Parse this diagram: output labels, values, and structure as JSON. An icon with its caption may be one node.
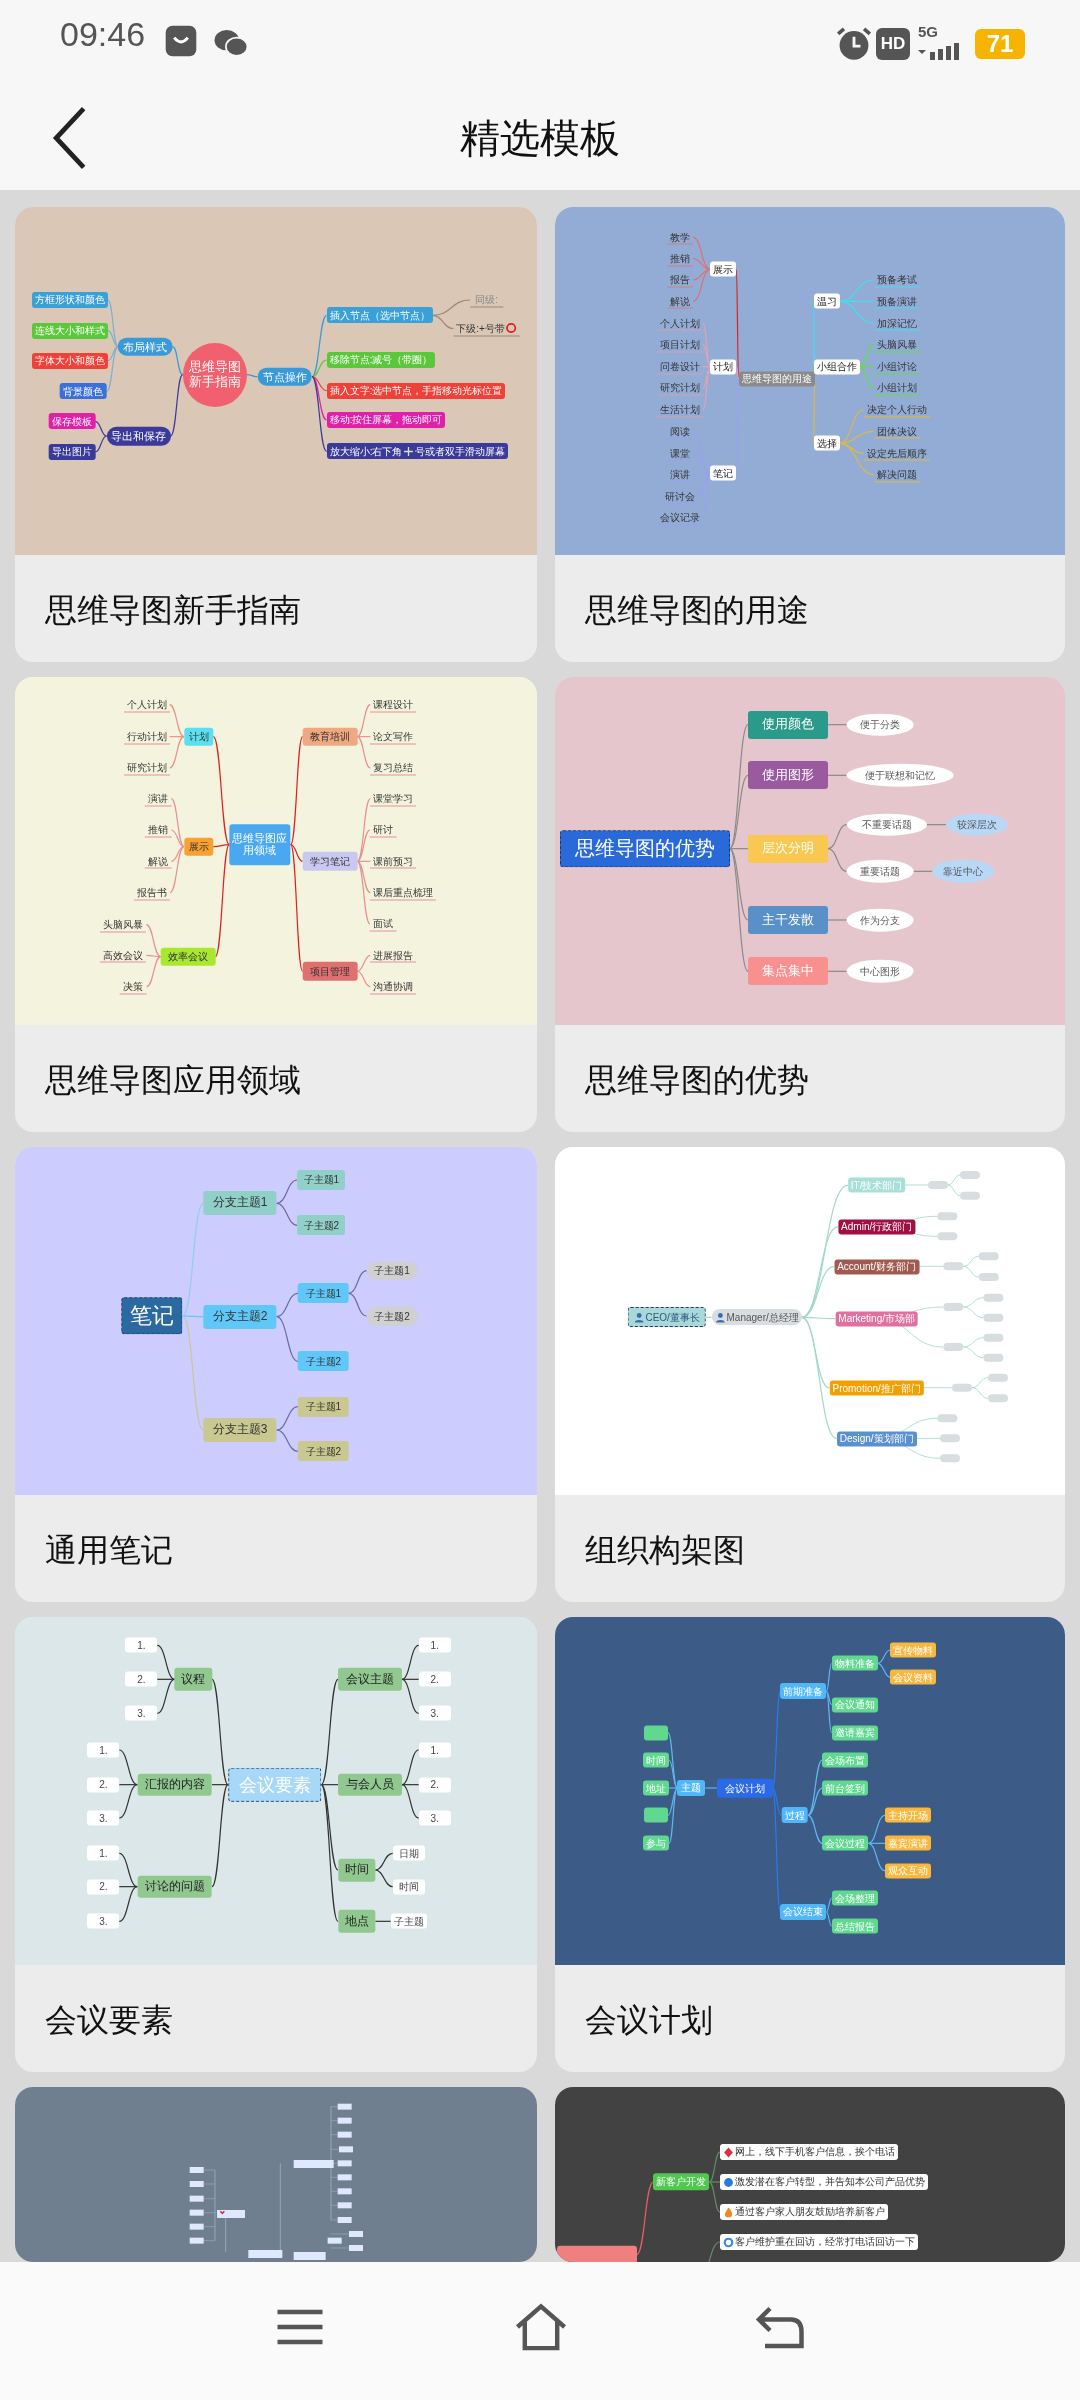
{
  "diagram": {
    "title": "精选模板",
    "nodes": [
      {
        "text": [
          "思维导图新手指南"
        ]
      },
      {
        "text": [
          "思维导图新手指南"
        ],
        "in": 0
      },
      {
        "text": [
          "布局样式"
        ],
        "in": 0
      },
      {
        "text": [
          "方框形状和颜色"
        ],
        "in": 0
      },
      {
        "text": [
          "连线大小和样式"
        ],
        "in": 0
      },
      {
        "text": [
          "字体大小和颜色"
        ],
        "in": 0
      },
      {
        "text": [
          "背景颜色"
        ],
        "in": 0
      },
      {
        "text": [
          "导出和保存"
        ],
        "in": 0
      },
      {
        "text": [
          "保存模板"
        ],
        "in": 0
      },
      {
        "text": [
          "导出图片"
        ],
        "in": 0
      },
      {
        "text": [
          "节点操作"
        ],
        "in": 0
      },
      {
        "text": [
          "插入节点（选中节点）"
        ],
        "in": 0
      },
      {
        "text": [
          "同级:"
        ],
        "in": 0
      },
      {
        "text": [
          "下级:+号带"
        ],
        "in": 0
      },
      {
        "text": [
          "移除节点:减号（带圈）"
        ],
        "in": 0
      },
      {
        "text": [
          "插入文字:选中节点，手指移动光标位置"
        ],
        "in": 0
      },
      {
        "text": [
          "移动:按住屏幕，拖动即可"
        ],
        "in": 0
      },
      {
        "text": [
          "放大缩小:右下角",
          "号或者双手滑动屏幕"
        ],
        "in": 0
      },
      {
        "text": [
          "思维导图的用途"
        ]
      },
      {
        "text": [
          "思维导图的用途"
        ],
        "in": 18
      },
      {
        "text": [
          "展示"
        ],
        "in": 18
      },
      {
        "text": [
          "教学"
        ],
        "in": 18
      },
      {
        "text": [
          "推销"
        ],
        "in": 18
      },
      {
        "text": [
          "报告"
        ],
        "in": 18
      },
      {
        "text": [
          "解说"
        ],
        "in": 18
      },
      {
        "text": [
          "计划"
        ],
        "in": 18
      },
      {
        "text": [
          "个人计划"
        ],
        "in": 18
      },
      {
        "text": [
          "项目计划"
        ],
        "in": 18
      },
      {
        "text": [
          "问卷设计"
        ],
        "in": 18
      },
      {
        "text": [
          "研究计划"
        ],
        "in": 18
      },
      {
        "text": [
          "生活计划"
        ],
        "in": 18
      },
      {
        "text": [
          "笔记"
        ],
        "in": 18
      },
      {
        "text": [
          "阅读"
        ],
        "in": 18
      },
      {
        "text": [
          "课堂"
        ],
        "in": 18
      },
      {
        "text": [
          "演讲"
        ],
        "in": 18
      },
      {
        "text": [
          "研讨会"
        ],
        "in": 18
      },
      {
        "text": [
          "会议记录"
        ],
        "in": 18
      },
      {
        "text": [
          "温习"
        ],
        "in": 18
      },
      {
        "text": [
          "预备考试"
        ],
        "in": 18
      },
      {
        "text": [
          "预备演讲"
        ],
        "in": 18
      },
      {
        "text": [
          "加深记忆"
        ],
        "in": 18
      },
      {
        "text": [
          "小组合作"
        ],
        "in": 18
      },
      {
        "text": [
          "头脑风暴"
        ],
        "in": 18
      },
      {
        "text": [
          "小组讨论"
        ],
        "in": 18
      },
      {
        "text": [
          "小组计划"
        ],
        "in": 18
      },
      {
        "text": [
          "选择"
        ],
        "in": 18
      },
      {
        "text": [
          "决定个人行动"
        ],
        "in": 18
      },
      {
        "text": [
          "团体决议"
        ],
        "in": 18
      },
      {
        "text": [
          "设定先后顺序"
        ],
        "in": 18
      },
      {
        "text": [
          "解决问题"
        ],
        "in": 18
      },
      {
        "text": [
          "思维导图应用领域"
        ]
      },
      {
        "text": [
          "思维导图应用领域"
        ],
        "in": 50
      },
      {
        "text": [
          "计划"
        ],
        "in": 50
      },
      {
        "text": [
          "个人计划"
        ],
        "in": 50
      },
      {
        "text": [
          "行动计划"
        ],
        "in": 50
      },
      {
        "text": [
          "研究计划"
        ],
        "in": 50
      },
      {
        "text": [
          "展示"
        ],
        "in": 50
      },
      {
        "text": [
          "演讲"
        ],
        "in": 50
      },
      {
        "text": [
          "推销"
        ],
        "in": 50
      },
      {
        "text": [
          "解说"
        ],
        "in": 50
      },
      {
        "text": [
          "报告书"
        ],
        "in": 50
      },
      {
        "text": [
          "效率会议"
        ],
        "in": 50
      },
      {
        "text": [
          "头脑风暴"
        ],
        "in": 50
      },
      {
        "text": [
          "高效会议"
        ],
        "in": 50
      },
      {
        "text": [
          "决策"
        ],
        "in": 50
      },
      {
        "text": [
          "教育培训"
        ],
        "in": 50
      },
      {
        "text": [
          "课程设计"
        ],
        "in": 50
      },
      {
        "text": [
          "论文写作"
        ],
        "in": 50
      },
      {
        "text": [
          "复习总结"
        ],
        "in": 50
      },
      {
        "text": [
          "学习笔记"
        ],
        "in": 50
      },
      {
        "text": [
          "课堂学习"
        ],
        "in": 50
      },
      {
        "text": [
          "研讨"
        ],
        "in": 50
      },
      {
        "text": [
          "课前预习"
        ],
        "in": 50
      },
      {
        "text": [
          "课后重点梳理"
        ],
        "in": 50
      },
      {
        "text": [
          "面试"
        ],
        "in": 50
      },
      {
        "text": [
          "项目管理"
        ],
        "in": 50
      },
      {
        "text": [
          "进展报告"
        ],
        "in": 50
      },
      {
        "text": [
          "沟通协调"
        ],
        "in": 50
      },
      {
        "text": [
          "思维导图的优势"
        ]
      },
      {
        "text": [
          "思维导图的优势"
        ],
        "in": 78
      },
      {
        "text": [
          "使用颜色"
        ],
        "in": 78
      },
      {
        "text": [
          "便于分类"
        ],
        "in": 78
      },
      {
        "text": [
          "使用图形"
        ],
        "in": 78
      },
      {
        "text": [
          "便于联想和记忆"
        ],
        "in": 78
      },
      {
        "text": [
          "层次分明"
        ],
        "in": 78
      },
      {
        "text": [
          "不重要话题"
        ],
        "in": 78
      },
      {
        "text": [
          "较深层次"
        ],
        "in": 78
      },
      {
        "text": [
          "重要话题"
        ],
        "in": 78
      },
      {
        "text": [
          "靠近中心"
        ],
        "in": 78
      },
      {
        "text": [
          "主干发散"
        ],
        "in": 78
      },
      {
        "text": [
          "作为分支"
        ],
        "in": 78
      },
      {
        "text": [
          "集点集中"
        ],
        "in": 78
      },
      {
        "text": [
          "中心图形"
        ],
        "in": 78
      },
      {
        "text": [
          "通用笔记"
        ]
      },
      {
        "text": [
          "笔记"
        ],
        "in": 93
      },
      {
        "text": [
          "分支主题1"
        ],
        "in": 93
      },
      {
        "text": [
          "子主题1"
        ],
        "in": 93
      },
      {
        "text": [
          "子主题2"
        ],
        "in": 93
      },
      {
        "text": [
          "分支主题2"
        ],
        "in": 93
      },
      {
        "text": [
          "子主题1"
        ],
        "in": 93
      },
      {
        "text": [
          "子主题1"
        ],
        "in": 93
      },
      {
        "text": [
          "子主题2"
        ],
        "in": 93
      },
      {
        "text": [
          "子主题2"
        ],
        "in": 93
      },
      {
        "text": [
          "分支主题3"
        ],
        "in": 93
      },
      {
        "text": [
          "子主题1"
        ],
        "in": 93
      },
      {
        "text": [
          "子主题2"
        ],
        "in": 93
      },
      {
        "text": [
          "组织构架图"
        ]
      },
      {
        "text": [
          "CEO/董事长"
        ],
        "in": 106
      },
      {
        "text": [
          "Manager/总经理"
        ],
        "in": 106
      },
      {
        "text": [
          "IT/技术部门"
        ],
        "in": 106
      },
      {
        "text": [
          "Admin/行政部门"
        ],
        "in": 106
      },
      {
        "text": [
          "Account/财务部门"
        ],
        "in": 106
      },
      {
        "text": [
          "Marketing/市场部"
        ],
        "in": 106
      },
      {
        "text": [
          "Promotion/推广部门"
        ],
        "in": 106
      },
      {
        "text": [
          "Design/策划部门"
        ],
        "in": 106
      },
      {
        "text": [
          "会议要素"
        ]
      },
      {
        "text": [
          "会议要素"
        ],
        "in": 115
      },
      {
        "text": [
          "议程"
        ],
        "in": 115
      },
      {
        "text": [
          "1."
        ],
        "in": 115
      },
      {
        "text": [
          "2."
        ],
        "in": 115
      },
      {
        "text": [
          "3."
        ],
        "in": 115
      },
      {
        "text": [
          "汇报的内容"
        ],
        "in": 115
      },
      {
        "text": [
          "1."
        ],
        "in": 115
      },
      {
        "text": [
          "2."
        ],
        "in": 115
      },
      {
        "text": [
          "3."
        ],
        "in": 115
      },
      {
        "text": [
          "讨论的问题"
        ],
        "in": 115
      },
      {
        "text": [
          "1."
        ],
        "in": 115
      },
      {
        "text": [
          "2."
        ],
        "in": 115
      },
      {
        "text": [
          "3."
        ],
        "in": 115
      },
      {
        "text": [
          "会议主题"
        ],
        "in": 115
      },
      {
        "text": [
          "1."
        ],
        "in": 115
      },
      {
        "text": [
          "2."
        ],
        "in": 115
      },
      {
        "text": [
          "3."
        ],
        "in": 115
      },
      {
        "text": [
          "与会人员"
        ],
        "in": 115
      },
      {
        "text": [
          "1."
        ],
        "in": 115
      },
      {
        "text": [
          "2."
        ],
        "in": 115
      },
      {
        "text": [
          "3."
        ],
        "in": 115
      },
      {
        "text": [
          "时间"
        ],
        "in": 115
      },
      {
        "text": [
          "日期"
        ],
        "in": 115
      },
      {
        "text": [
          "时间"
        ],
        "in": 115
      },
      {
        "text": [
          "地点"
        ],
        "in": 115
      },
      {
        "text": [
          "子主题"
        ],
        "in": 115
      },
      {
        "text": [
          "会议计划"
        ]
      },
      {
        "text": [
          "会议计划"
        ],
        "in": 142
      },
      {
        "text": [
          "主题"
        ],
        "in": 142
      },
      {
        "text": [],
        "shape": "box",
        "in": 142
      },
      {
        "text": [
          "时间"
        ],
        "in": 142
      },
      {
        "text": [
          "地址"
        ],
        "in": 142
      },
      {
        "text": [],
        "shape": "box",
        "in": 142
      },
      {
        "text": [
          "参与"
        ],
        "in": 142
      },
      {
        "text": [
          "前期准备"
        ],
        "in": 142
      },
      {
        "text": [
          "物料准备"
        ],
        "in": 142
      },
      {
        "text": [
          "宣传物料"
        ],
        "in": 142
      },
      {
        "text": [
          "会议资料"
        ],
        "in": 142
      },
      {
        "text": [
          "会议通知"
        ],
        "in": 142
      },
      {
        "text": [
          "邀请嘉宾"
        ],
        "in": 142
      },
      {
        "text": [
          "过程"
        ],
        "in": 142
      },
      {
        "text": [
          "会场布置"
        ],
        "in": 142
      },
      {
        "text": [
          "前台签到"
        ],
        "in": 142
      },
      {
        "text": [
          "会议过程"
        ],
        "in": 142
      },
      {
        "text": [
          "主持开场"
        ],
        "in": 142
      },
      {
        "text": [
          "嘉宾演讲"
        ],
        "in": 142
      },
      {
        "text": [
          "观众互动"
        ],
        "in": 142
      },
      {
        "text": [
          "会议结束"
        ],
        "in": 142
      },
      {
        "text": [
          "会场整理"
        ],
        "in": 142
      },
      {
        "text": [
          "总结报告"
        ],
        "in": 142
      },
      {
        "text": [],
        "shape": "box"
      },
      {
        "text": [],
        "shape": "box"
      },
      {
        "text": [
          "新客户开发"
        ],
        "in": 167
      },
      {
        "text": [
          "网上，线下手机客户信息，挨个电话"
        ],
        "in": 167
      },
      {
        "text": [
          "激发潜在客户转型，并告知本公司产品优势"
        ],
        "in": 167
      },
      {
        "text": [
          "通过客户家人朋友鼓励培养新客户"
        ],
        "in": 167
      },
      {
        "text": [
          "客户维护重在回访，经常打电话回访一下"
        ],
        "in": 167
      },
      {
        "text": [],
        "shape": "box",
        "in": 167
      }
    ],
    "edges": [
      {
        "from": 1,
        "to": 2,
        "arrow": "none",
        "color": "#3a9ad8"
      },
      {
        "from": 2,
        "to": 3,
        "arrow": "none",
        "color": "#7ab0d0"
      },
      {
        "from": 2,
        "to": 4,
        "arrow": "none",
        "color": "#7ab0d0"
      },
      {
        "from": 2,
        "to": 5,
        "arrow": "none",
        "color": "#7ab0d0"
      },
      {
        "from": 2,
        "to": 6,
        "arrow": "none",
        "color": "#7ab0d0"
      },
      {
        "from": 1,
        "to": 7,
        "arrow": "none",
        "color": "#3a3a9a"
      },
      {
        "from": 7,
        "to": 8,
        "arrow": "none",
        "color": "#3a3a9a"
      },
      {
        "from": 7,
        "to": 9,
        "arrow": "none",
        "color": "#3a3a9a"
      },
      {
        "from": 1,
        "to": 10,
        "arrow": "none",
        "color": "#3a9ad8"
      },
      {
        "from": 10,
        "to": 11,
        "arrow": "none",
        "color": "#3a9ad8"
      },
      {
        "from": 11,
        "to": 12,
        "arrow": "none",
        "color": "#9a8a7a"
      },
      {
        "from": 11,
        "to": 13,
        "arrow": "none",
        "color": "#9a8a7a"
      },
      {
        "from": 10,
        "to": 14,
        "arrow": "none",
        "color": "#5ac83a"
      },
      {
        "from": 10,
        "to": 15,
        "arrow": "none",
        "color": "#f04038"
      },
      {
        "from": 10,
        "to": 16,
        "arrow": "none",
        "color": "#e020a8"
      },
      {
        "from": 10,
        "to": 17,
        "arrow": "none",
        "color": "#3a3a9a"
      },
      {
        "from": 19,
        "to": 20,
        "arrow": "none",
        "color": "#e02020"
      },
      {
        "from": 20,
        "to": 21,
        "arrow": "none",
        "color": "#e07070"
      },
      {
        "from": 20,
        "to": 22,
        "arrow": "none",
        "color": "#e07070"
      },
      {
        "from": 20,
        "to": 23,
        "arrow": "none",
        "color": "#e07070"
      },
      {
        "from": 20,
        "to": 24,
        "arrow": "none",
        "color": "#e07070"
      },
      {
        "from": 19,
        "to": 25,
        "arrow": "none",
        "color": "#e8a0b0"
      },
      {
        "from": 25,
        "to": 26,
        "arrow": "none",
        "color": "#e8a0b0"
      },
      {
        "from": 25,
        "to": 27,
        "arrow": "none",
        "color": "#e8a0b0"
      },
      {
        "from": 25,
        "to": 28,
        "arrow": "none",
        "color": "#e8a0b0"
      },
      {
        "from": 25,
        "to": 29,
        "arrow": "none",
        "color": "#e8a0b0"
      },
      {
        "from": 25,
        "to": 30,
        "arrow": "none",
        "color": "#e8a0b0"
      },
      {
        "from": 19,
        "to": 31,
        "arrow": "none",
        "color": "#9aa0f0"
      },
      {
        "from": 31,
        "to": 32,
        "arrow": "none",
        "color": "#9aa0f0"
      },
      {
        "from": 31,
        "to": 33,
        "arrow": "none",
        "color": "#9aa0f0"
      },
      {
        "from": 31,
        "to": 34,
        "arrow": "none",
        "color": "#9aa0f0"
      },
      {
        "from": 31,
        "to": 35,
        "arrow": "none",
        "color": "#9aa0f0"
      },
      {
        "from": 31,
        "to": 36,
        "arrow": "none",
        "color": "#9aa0f0"
      },
      {
        "from": 19,
        "to": 37,
        "arrow": "none",
        "color": "#40e0f0"
      },
      {
        "from": 37,
        "to": 38,
        "arrow": "none",
        "color": "#40e0f0"
      },
      {
        "from": 37,
        "to": 39,
        "arrow": "none",
        "color": "#40e0f0"
      },
      {
        "from": 37,
        "to": 40,
        "arrow": "none",
        "color": "#40e0f0"
      },
      {
        "from": 19,
        "to": 41,
        "arrow": "none",
        "color": "#60e040"
      },
      {
        "from": 41,
        "to": 42,
        "arrow": "none",
        "color": "#60e040"
      },
      {
        "from": 41,
        "to": 43,
        "arrow": "none",
        "color": "#60e040"
      },
      {
        "from": 41,
        "to": 44,
        "arrow": "none",
        "color": "#60e040"
      },
      {
        "from": 19,
        "to": 45,
        "arrow": "none",
        "color": "#e0b840"
      },
      {
        "from": 45,
        "to": 46,
        "arrow": "none",
        "color": "#e0b840"
      },
      {
        "from": 45,
        "to": 47,
        "arrow": "none",
        "color": "#e0b840"
      },
      {
        "from": 45,
        "to": 48,
        "arrow": "none",
        "color": "#e0b840"
      },
      {
        "from": 45,
        "to": 49,
        "arrow": "none",
        "color": "#e0b840"
      },
      {
        "from": 51,
        "to": 52,
        "arrow": "none",
        "color": "#e02020"
      },
      {
        "from": 52,
        "to": 53,
        "arrow": "none",
        "color": "#e89090"
      },
      {
        "from": 52,
        "to": 54,
        "arrow": "none",
        "color": "#e89090"
      },
      {
        "from": 52,
        "to": 55,
        "arrow": "none",
        "color": "#e89090"
      },
      {
        "from": 51,
        "to": 56,
        "arrow": "none",
        "color": "#e02020"
      },
      {
        "from": 56,
        "to": 57,
        "arrow": "none",
        "color": "#e89090"
      },
      {
        "from": 56,
        "to": 58,
        "arrow": "none",
        "color": "#e89090"
      },
      {
        "from": 56,
        "to": 59,
        "arrow": "none",
        "color": "#e89090"
      },
      {
        "from": 56,
        "to": 60,
        "arrow": "none",
        "color": "#e89090"
      },
      {
        "from": 51,
        "to": 61,
        "arrow": "none",
        "color": "#e02020"
      },
      {
        "from": 61,
        "to": 62,
        "arrow": "none",
        "color": "#e89090"
      },
      {
        "from": 61,
        "to": 63,
        "arrow": "none",
        "color": "#e89090"
      },
      {
        "from": 61,
        "to": 64,
        "arrow": "none",
        "color": "#e89090"
      },
      {
        "from": 51,
        "to": 65,
        "arrow": "none",
        "color": "#e02020"
      },
      {
        "from": 65,
        "to": 66,
        "arrow": "none",
        "color": "#e89090"
      },
      {
        "from": 65,
        "to": 67,
        "arrow": "none",
        "color": "#e89090"
      },
      {
        "from": 65,
        "to": 68,
        "arrow": "none",
        "color": "#e89090"
      },
      {
        "from": 51,
        "to": 69,
        "arrow": "none",
        "color": "#e02020"
      },
      {
        "from": 69,
        "to": 70,
        "arrow": "none",
        "color": "#e89090"
      },
      {
        "from": 69,
        "to": 71,
        "arrow": "none",
        "color": "#e89090"
      },
      {
        "from": 69,
        "to": 72,
        "arrow": "none",
        "color": "#e89090"
      },
      {
        "from": 69,
        "to": 73,
        "arrow": "none",
        "color": "#e89090"
      },
      {
        "from": 69,
        "to": 74,
        "arrow": "none",
        "color": "#e89090"
      },
      {
        "from": 51,
        "to": 75,
        "arrow": "none",
        "color": "#e02020"
      },
      {
        "from": 75,
        "to": 76,
        "arrow": "none",
        "color": "#e89090"
      },
      {
        "from": 75,
        "to": 77,
        "arrow": "none",
        "color": "#e89090"
      },
      {
        "from": 79,
        "to": 80,
        "arrow": "none"
      },
      {
        "from": 80,
        "to": 81,
        "arrow": "none"
      },
      {
        "from": 79,
        "to": 82,
        "arrow": "none"
      },
      {
        "from": 82,
        "to": 83,
        "arrow": "none"
      },
      {
        "from": 79,
        "to": 84,
        "arrow": "none"
      },
      {
        "from": 84,
        "to": 85,
        "arrow": "none"
      },
      {
        "from": 85,
        "to": 86,
        "arrow": "none"
      },
      {
        "from": 84,
        "to": 87,
        "arrow": "none"
      },
      {
        "from": 87,
        "to": 88,
        "arrow": "none"
      },
      {
        "from": 79,
        "to": 89,
        "arrow": "none"
      },
      {
        "from": 89,
        "to": 90,
        "arrow": "none"
      },
      {
        "from": 79,
        "to": 91,
        "arrow": "none"
      },
      {
        "from": 91,
        "to": 92,
        "arrow": "none"
      },
      {
        "from": 94,
        "to": 95,
        "arrow": "none",
        "color": "#90d0e8"
      },
      {
        "from": 95,
        "to": 96,
        "arrow": "none",
        "color": "#6a6aa8"
      },
      {
        "from": 95,
        "to": 97,
        "arrow": "none",
        "color": "#6a6aa8"
      },
      {
        "from": 94,
        "to": 98,
        "arrow": "none",
        "color": "#60c8f8"
      },
      {
        "from": 98,
        "to": 99,
        "arrow": "none",
        "color": "#6a6aa8"
      },
      {
        "from": 99,
        "to": 100,
        "arrow": "none",
        "color": "#6a6aa8"
      },
      {
        "from": 99,
        "to": 101,
        "arrow": "none",
        "color": "#6a6aa8"
      },
      {
        "from": 98,
        "to": 102,
        "arrow": "none",
        "color": "#6a6aa8"
      },
      {
        "from": 94,
        "to": 103,
        "arrow": "none",
        "color": "#c8c890"
      },
      {
        "from": 103,
        "to": 104,
        "arrow": "none",
        "color": "#6a6aa8"
      },
      {
        "from": 103,
        "to": 105,
        "arrow": "none",
        "color": "#6a6aa8"
      },
      {
        "from": 107,
        "to": 108,
        "arrow": "none",
        "color": "#a0d8c8"
      },
      {
        "from": 108,
        "to": 109,
        "arrow": "none",
        "color": "#a0d8c8"
      },
      {
        "from": 108,
        "to": 110,
        "arrow": "none",
        "color": "#a0d8c8"
      },
      {
        "from": 108,
        "to": 111,
        "arrow": "none",
        "color": "#a0d8c8"
      },
      {
        "from": 108,
        "to": 112,
        "arrow": "none",
        "color": "#a0d8c8"
      },
      {
        "from": 108,
        "to": 113,
        "arrow": "none",
        "color": "#a0d8c8"
      },
      {
        "from": 108,
        "to": 114,
        "arrow": "none",
        "color": "#a0d8c8"
      },
      {
        "from": 116,
        "to": 117,
        "arrow": "none",
        "color": "#333333"
      },
      {
        "from": 117,
        "to": 118,
        "arrow": "none",
        "color": "#333333"
      },
      {
        "from": 117,
        "to": 119,
        "arrow": "none",
        "color": "#333333"
      },
      {
        "from": 117,
        "to": 120,
        "arrow": "none",
        "color": "#333333"
      },
      {
        "from": 116,
        "to": 121,
        "arrow": "none",
        "color": "#333333"
      },
      {
        "from": 121,
        "to": 122,
        "arrow": "none",
        "color": "#333333"
      },
      {
        "from": 121,
        "to": 123,
        "arrow": "none",
        "color": "#333333"
      },
      {
        "from": 121,
        "to": 124,
        "arrow": "none",
        "color": "#333333"
      },
      {
        "from": 116,
        "to": 125,
        "arrow": "none",
        "color": "#333333"
      },
      {
        "from": 125,
        "to": 126,
        "arrow": "none",
        "color": "#333333"
      },
      {
        "from": 125,
        "to": 127,
        "arrow": "none",
        "color": "#333333"
      },
      {
        "from": 125,
        "to": 128,
        "arrow": "none",
        "color": "#333333"
      },
      {
        "from": 116,
        "to": 129,
        "arrow": "none",
        "color": "#333333"
      },
      {
        "from": 129,
        "to": 130,
        "arrow": "none",
        "color": "#333333"
      },
      {
        "from": 129,
        "to": 131,
        "arrow": "none",
        "color": "#333333"
      },
      {
        "from": 129,
        "to": 132,
        "arrow": "none",
        "color": "#333333"
      },
      {
        "from": 116,
        "to": 133,
        "arrow": "none",
        "color": "#333333"
      },
      {
        "from": 133,
        "to": 134,
        "arrow": "none",
        "color": "#333333"
      },
      {
        "from": 133,
        "to": 135,
        "arrow": "none",
        "color": "#333333"
      },
      {
        "from": 133,
        "to": 136,
        "arrow": "none",
        "color": "#333333"
      },
      {
        "from": 116,
        "to": 137,
        "arrow": "none",
        "color": "#333333"
      },
      {
        "from": 137,
        "to": 138,
        "arrow": "none",
        "color": "#333333"
      },
      {
        "from": 137,
        "to": 139,
        "arrow": "none",
        "color": "#333333"
      },
      {
        "from": 116,
        "to": 140,
        "arrow": "none",
        "color": "#333333"
      },
      {
        "from": 140,
        "to": 141,
        "arrow": "none",
        "color": "#333333"
      },
      {
        "from": 143,
        "to": 144,
        "arrow": "none",
        "color": "#60b8f0"
      },
      {
        "from": 144,
        "to": 145,
        "arrow": "none",
        "color": "#60b8f0"
      },
      {
        "from": 144,
        "to": 146,
        "arrow": "none",
        "color": "#60b8f0"
      },
      {
        "from": 144,
        "to": 147,
        "arrow": "none",
        "color": "#60b8f0"
      },
      {
        "from": 144,
        "to": 148,
        "arrow": "none",
        "color": "#60b8f0"
      },
      {
        "from": 144,
        "to": 149,
        "arrow": "none",
        "color": "#60b8f0"
      },
      {
        "from": 143,
        "to": 150,
        "arrow": "none",
        "color": "#2a7af0"
      },
      {
        "from": 150,
        "to": 151,
        "arrow": "none",
        "color": "#60b8f0"
      },
      {
        "from": 151,
        "to": 152,
        "arrow": "none",
        "color": "#60b8f0"
      },
      {
        "from": 151,
        "to": 153,
        "arrow": "none",
        "color": "#60b8f0"
      },
      {
        "from": 150,
        "to": 154,
        "arrow": "none",
        "color": "#60b8f0"
      },
      {
        "from": 150,
        "to": 155,
        "arrow": "none",
        "color": "#60b8f0"
      },
      {
        "from": 143,
        "to": 156,
        "arrow": "none",
        "color": "#2a7af0"
      },
      {
        "from": 156,
        "to": 157,
        "arrow": "none",
        "color": "#60b8f0"
      },
      {
        "from": 156,
        "to": 158,
        "arrow": "none",
        "color": "#60b8f0"
      },
      {
        "from": 156,
        "to": 159,
        "arrow": "none",
        "color": "#60b8f0"
      },
      {
        "from": 159,
        "to": 160,
        "arrow": "none",
        "color": "#60b8f0"
      },
      {
        "from": 159,
        "to": 161,
        "arrow": "none",
        "color": "#60b8f0"
      },
      {
        "from": 159,
        "to": 162,
        "arrow": "none",
        "color": "#60b8f0"
      },
      {
        "from": 143,
        "to": 163,
        "arrow": "none",
        "color": "#2a7af0"
      },
      {
        "from": 163,
        "to": 164,
        "arrow": "none",
        "color": "#60b8f0"
      },
      {
        "from": 163,
        "to": 165,
        "arrow": "none",
        "color": "#60b8f0"
      },
      {
        "from": 173,
        "to": 168,
        "arrow": "none",
        "color": "#f05a6a"
      },
      {
        "from": 168,
        "to": 169,
        "arrow": "none",
        "color": "#6a8a6a"
      },
      {
        "from": 168,
        "to": 170,
        "arrow": "none",
        "color": "#6a8a6a"
      },
      {
        "from": 168,
        "to": 171,
        "arrow": "none",
        "color": "#6a8a6a"
      },
      {
        "from": null,
        "to": 172,
        "arrow": "none",
        "color": "#6a8a6a"
      }
    ],
    "labels": [
      "09:46",
      "HD",
      "5G",
      "71"
    ]
  }
}
